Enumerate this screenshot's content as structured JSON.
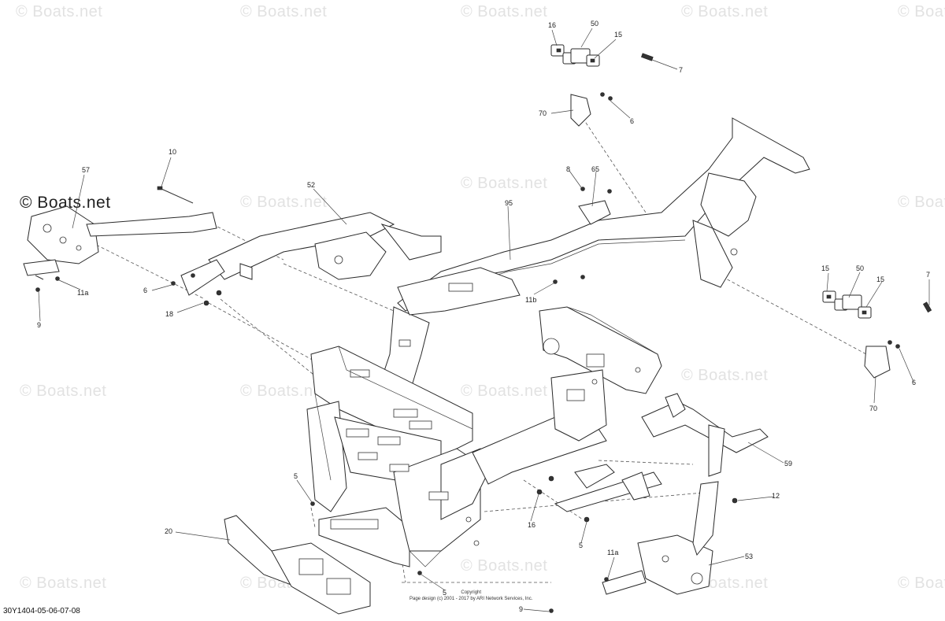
{
  "diagram": {
    "watermarks": [
      "© Boats.net",
      "© Boats.net",
      "© Boats.net",
      "© Boats.net",
      "© Boats.net",
      "© Boats.net",
      "© Boats.net",
      "© Boats.net",
      "© Boats.net",
      "© Boats.net",
      "© Boats.net",
      "© Boats.net",
      "© Boats.net",
      "© Boats.net",
      "© Boats.net",
      "© Boats.net",
      "© Boats.net",
      "© Boats.net"
    ],
    "callouts": [
      "16",
      "50",
      "15",
      "7",
      "70",
      "6",
      "10",
      "57",
      "52",
      "8",
      "65",
      "95",
      "6",
      "11a",
      "18",
      "11b",
      "15",
      "50",
      "15",
      "7",
      "6",
      "70",
      "59",
      "5",
      "12",
      "16",
      "5",
      "20",
      "11a",
      "53",
      "5",
      "9",
      "9"
    ],
    "copyright": [
      "Copyright",
      "Page design (c) 2001 - 2017 by ARI Network Services, Inc."
    ],
    "diagram_code": "30Y1404-05-06-07-08"
  }
}
